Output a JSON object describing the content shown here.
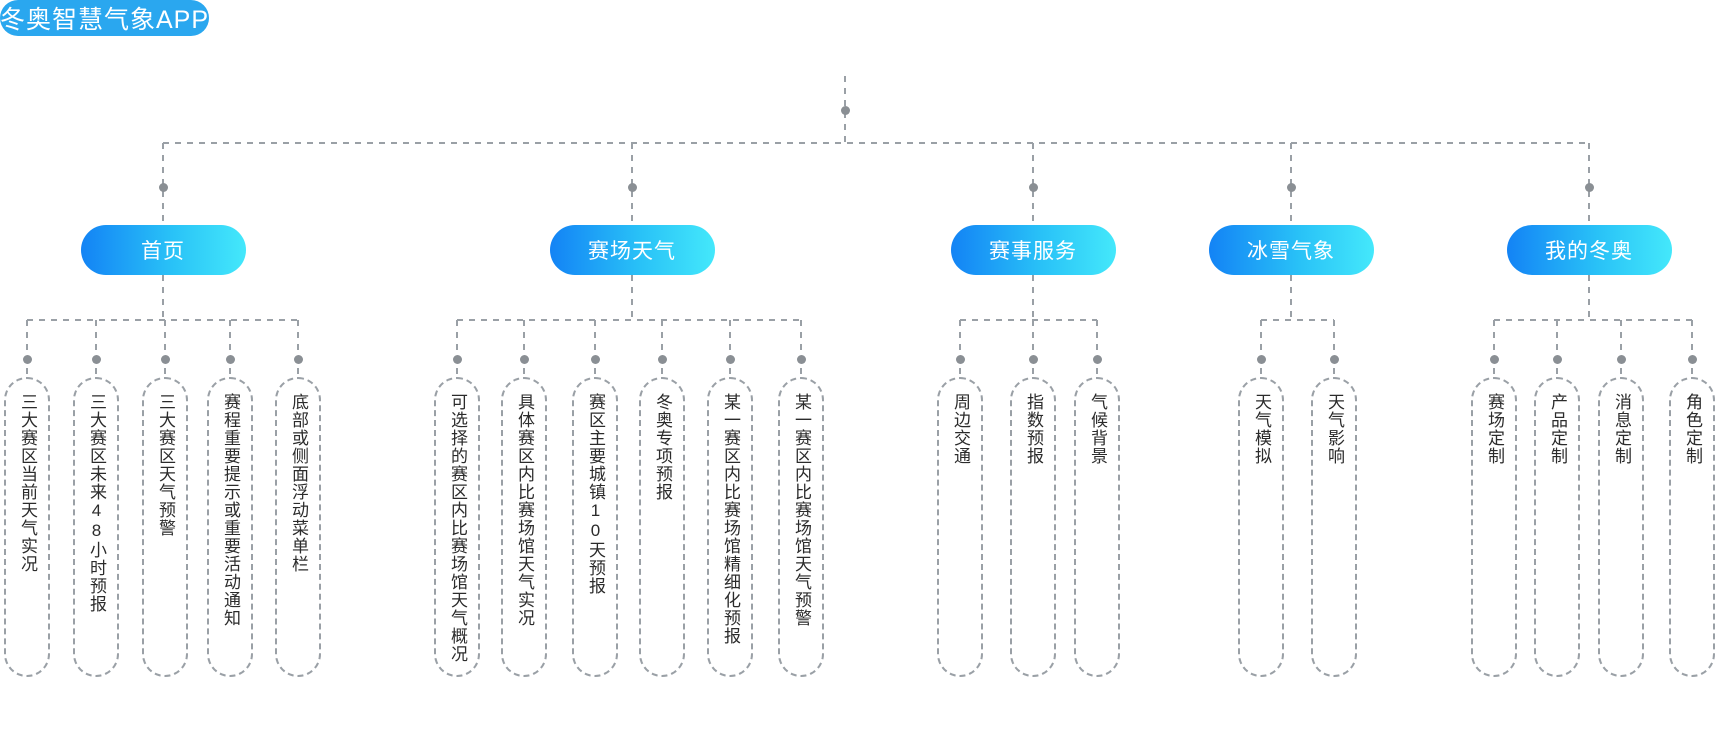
{
  "diagram": {
    "type": "tree-mindmap",
    "title": "冬奥智慧气象APP",
    "root": {
      "label": "冬奥智慧气象APP",
      "color": "#2aa7ef"
    },
    "level2_gradient": {
      "from": "#1383f5",
      "mid": "#29c2f7",
      "to": "#44e8fb"
    },
    "connector_color": "#9aa0a6",
    "branches": [
      {
        "label": "首页",
        "leaves": [
          "三大赛区当前天气实况",
          "三大赛区未来48小时预报",
          "三大赛区天气预警",
          "赛程重要提示或重要活动通知",
          "底部或侧面浮动菜单栏"
        ]
      },
      {
        "label": "赛场天气",
        "leaves": [
          "可选择的赛区内比赛场馆天气概况",
          "具体赛区内比赛场馆天气实况",
          "赛区主要城镇10天预报",
          "冬奥专项预报",
          "某一赛区内比赛场馆精细化预报",
          "某一赛区内比赛场馆天气预警"
        ]
      },
      {
        "label": "赛事服务",
        "leaves": [
          "周边交通",
          "指数预报",
          "气候背景"
        ]
      },
      {
        "label": "冰雪气象",
        "leaves": [
          "天气模拟",
          "天气影响"
        ]
      },
      {
        "label": "我的冬奥",
        "leaves": [
          "赛场定制",
          "产品定制",
          "消息定制",
          "角色定制"
        ]
      }
    ]
  }
}
